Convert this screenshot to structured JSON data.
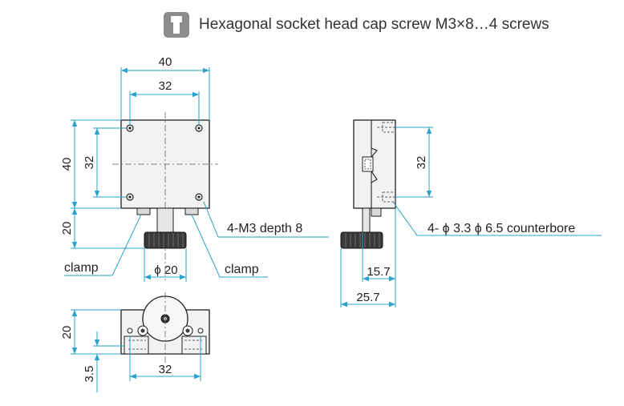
{
  "header": {
    "icon": "screw-icon",
    "text": "Hexagonal socket head cap screw M3×8…4 screws"
  },
  "front_view": {
    "width_outer": "40",
    "width_holes": "32",
    "height_outer": "40",
    "height_holes": "32",
    "knob_height": "20",
    "knob_diameter": "ϕ 20",
    "thread_callout": "4-M3 depth 8",
    "clamp_left": "clamp",
    "clamp_right": "clamp"
  },
  "side_view": {
    "height_holes": "32",
    "counterbore_callout": "4- ϕ 3.3  ϕ 6.5 counterbore",
    "knob_offset": "15.7",
    "overall_depth": "25.7"
  },
  "bottom_view": {
    "height": "20",
    "offset": "3.5",
    "width_holes": "32"
  },
  "colors": {
    "dimension": "#29a3cc",
    "outline": "#222222",
    "knob": "#3a3a3a",
    "icon_bg": "#8c8c8c"
  }
}
